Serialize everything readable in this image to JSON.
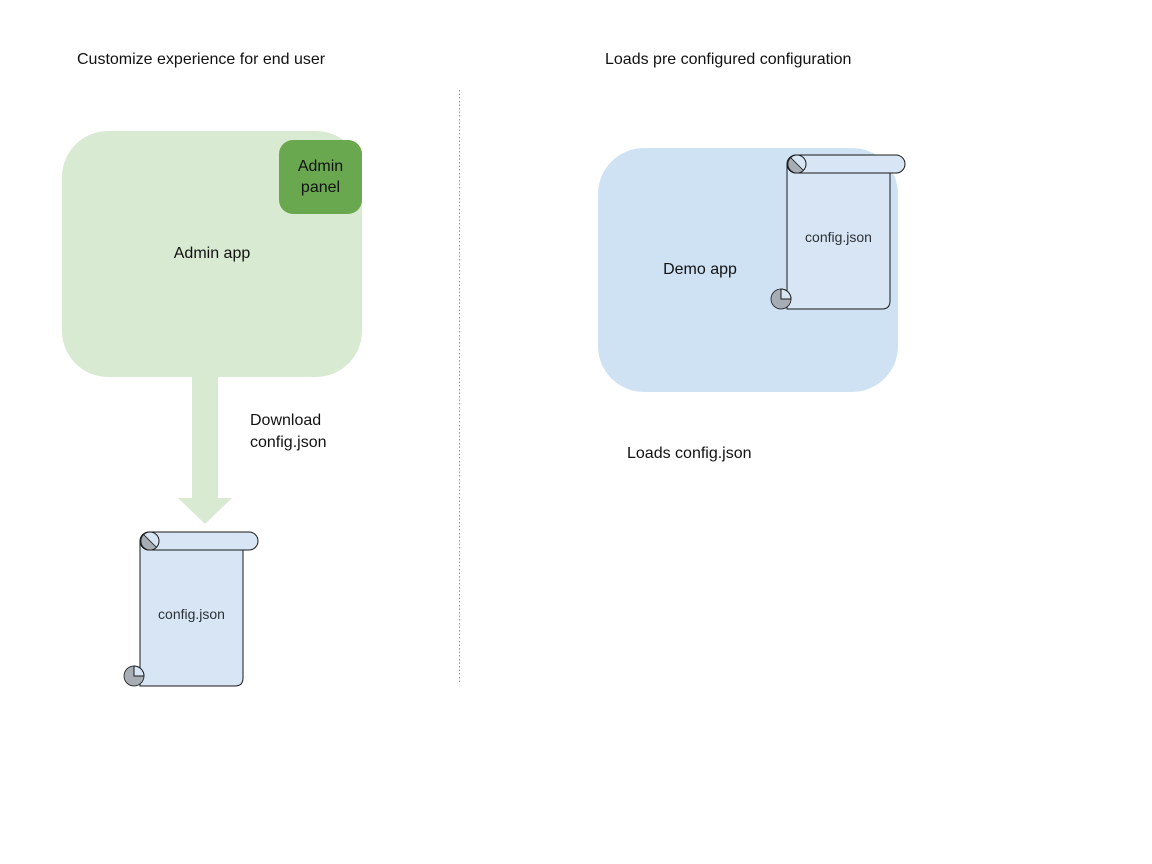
{
  "diagram": {
    "left": {
      "title": "Customize experience for end user",
      "admin_app_label": "Admin app",
      "admin_panel_label_line1": "Admin",
      "admin_panel_label_line2": "panel",
      "arrow_label_line1": "Download",
      "arrow_label_line2": "config.json",
      "config_file_label": "config.json"
    },
    "right": {
      "title": "Loads pre configured configuration",
      "demo_app_label": "Demo app",
      "config_file_label": "config.json",
      "caption": "Loads config.json"
    },
    "colors": {
      "admin_app_fill": "#d9ead3",
      "admin_panel_fill": "#6aa84f",
      "arrow_fill": "#d9ead3",
      "demo_app_fill": "#cfe2f3",
      "scroll_fill": "#d7e5f4",
      "scroll_curl_gray": "#a6adb4",
      "divider_color": "#969696",
      "text_color": "#111111"
    }
  }
}
